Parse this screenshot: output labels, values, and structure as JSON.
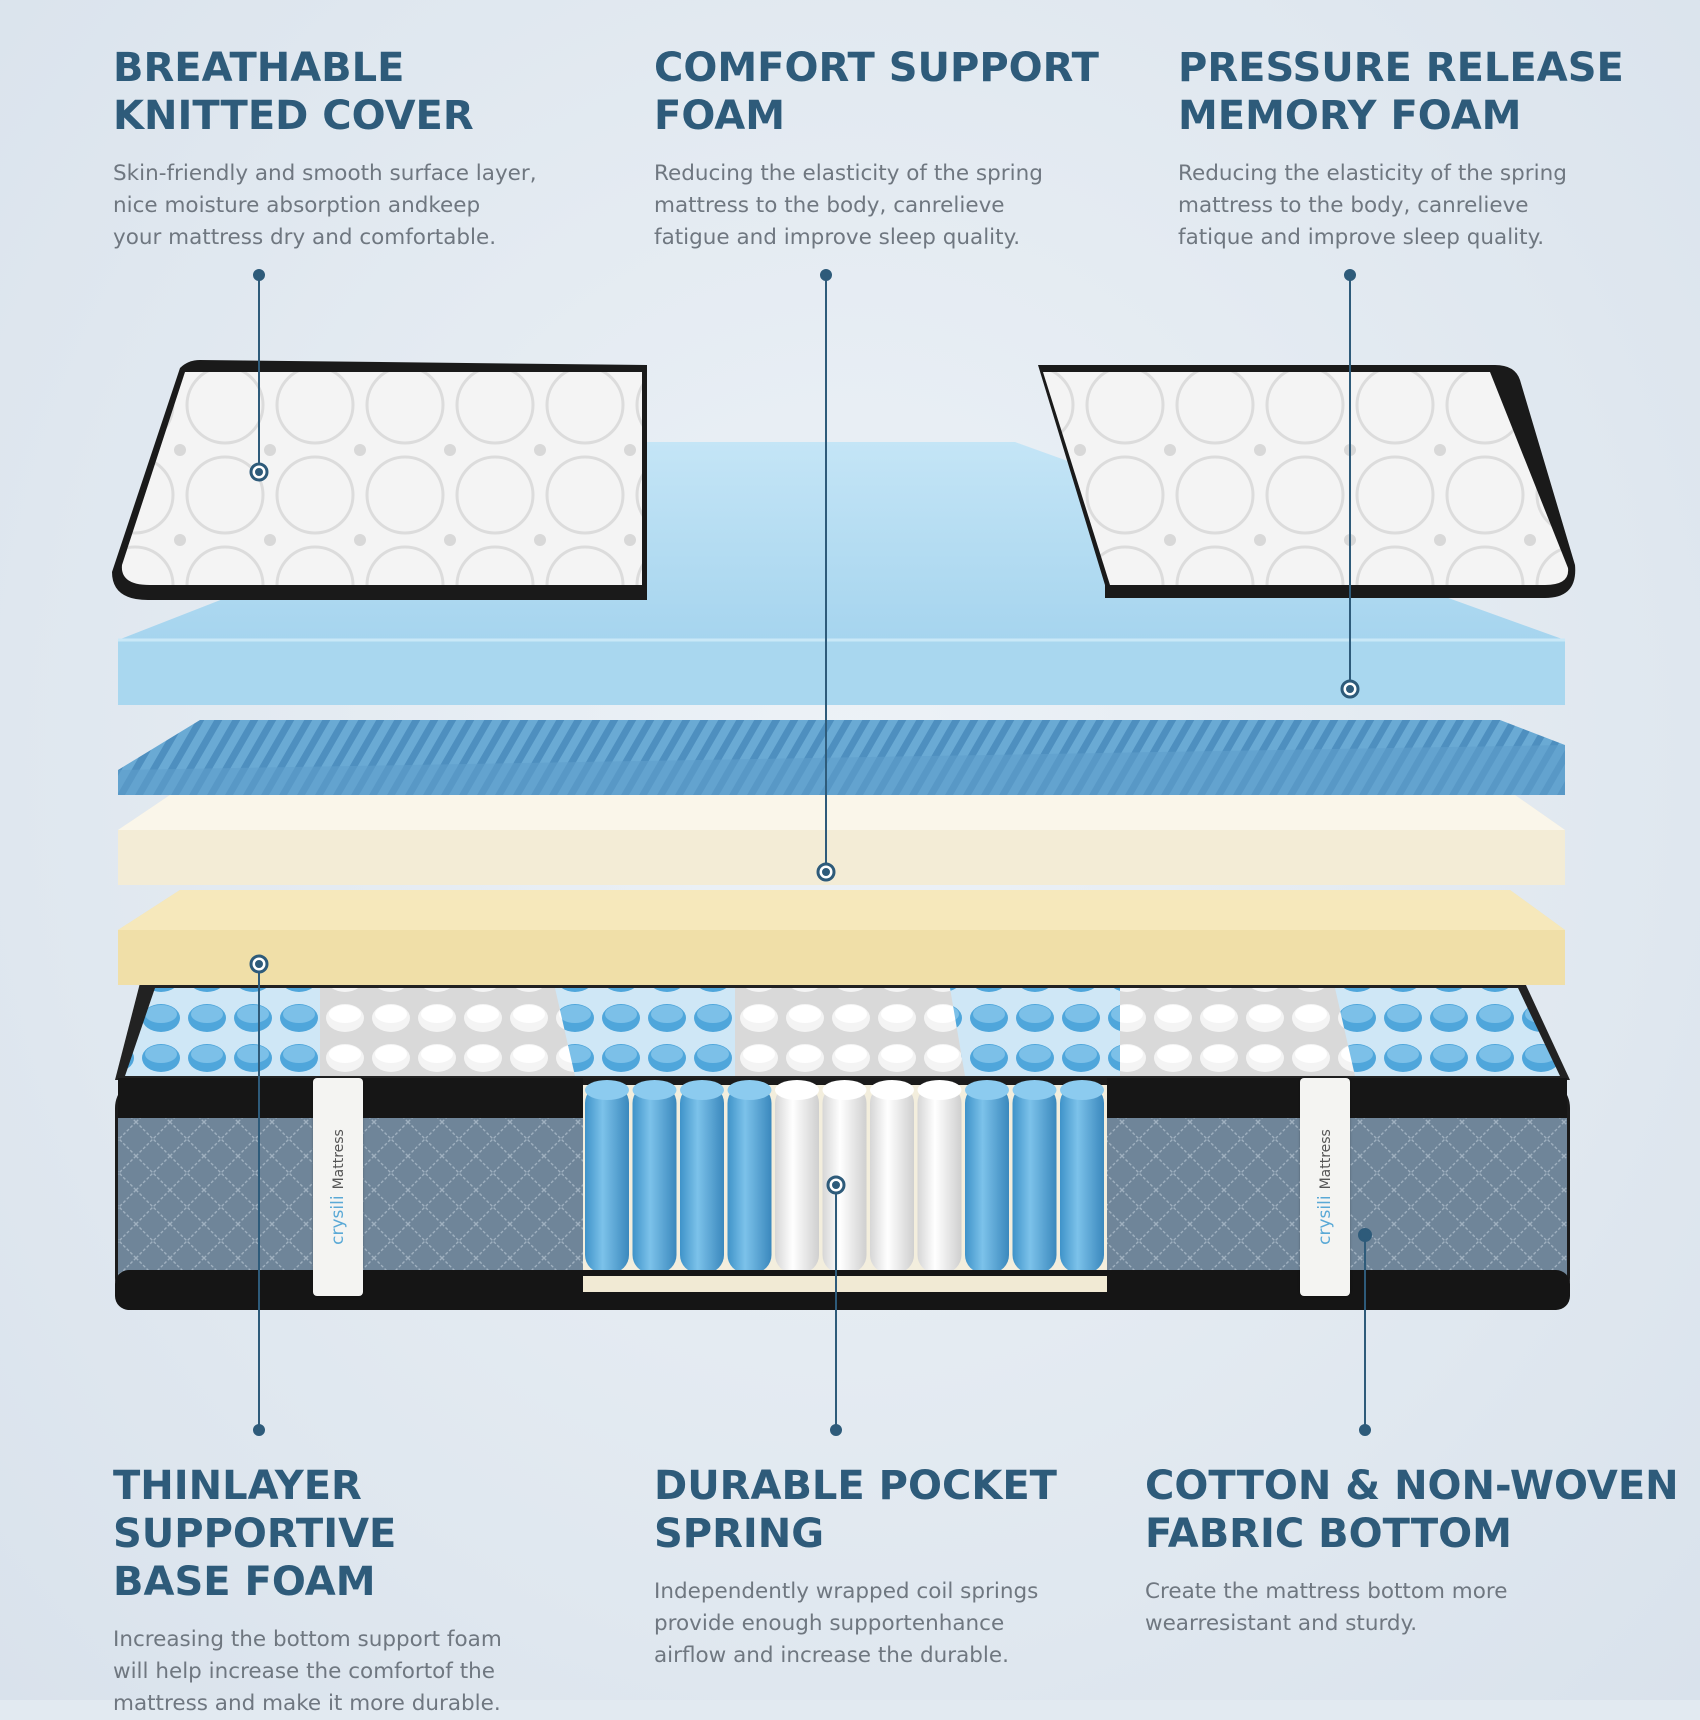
{
  "features": [
    {
      "id": "cover",
      "title": [
        "BREATHABLE",
        "KNITTED COVER"
      ],
      "desc": [
        "Skin-friendly and smooth surface layer,",
        "nice moisture absorption andkeep",
        "your mattress dry and comfortable."
      ]
    },
    {
      "id": "comfort",
      "title": [
        "COMFORT SUPPORT",
        "FOAM"
      ],
      "desc": [
        "Reducing the elasticity of the spring",
        "mattress to the body, canrelieve",
        "fatigue and improve sleep quality."
      ]
    },
    {
      "id": "memory",
      "title": [
        "PRESSURE RELEASE",
        "MEMORY FOAM"
      ],
      "desc": [
        "Reducing the elasticity of the spring",
        "mattress to the body, canrelieve",
        "fatique and improve sleep quality."
      ]
    },
    {
      "id": "base",
      "title": [
        "THINLAYER SUPPORTIVE",
        "BASE FOAM"
      ],
      "desc": [
        "Increasing the bottom support foam",
        "will help increase the comfortof the",
        "mattress and make it more durable."
      ]
    },
    {
      "id": "spring",
      "title": [
        "DURABLE POCKET",
        "SPRING"
      ],
      "desc": [
        "Independently wrapped coil springs",
        "provide enough supportenhance",
        "airflow and increase the durable."
      ]
    },
    {
      "id": "bottom",
      "title": [
        "COTTON & NON-WOVEN",
        "FABRIC BOTTOM"
      ],
      "desc": [
        "Create the mattress bottom more",
        "wearresistant and sturdy."
      ]
    }
  ],
  "brand": {
    "logo": "crysili",
    "label": "Mattress"
  },
  "colors": {
    "heading": "#2e5b7a",
    "body": "#6f7780",
    "callout": "#2e5b7a",
    "gel": "#a8d6ee",
    "wave": "#5fa3cf",
    "cream": "#f6f0df",
    "yellow": "#f2e3b2",
    "spring_blue": "#4fa6db",
    "spring_white": "#f1f1f1",
    "fabric": "#6f8599"
  }
}
